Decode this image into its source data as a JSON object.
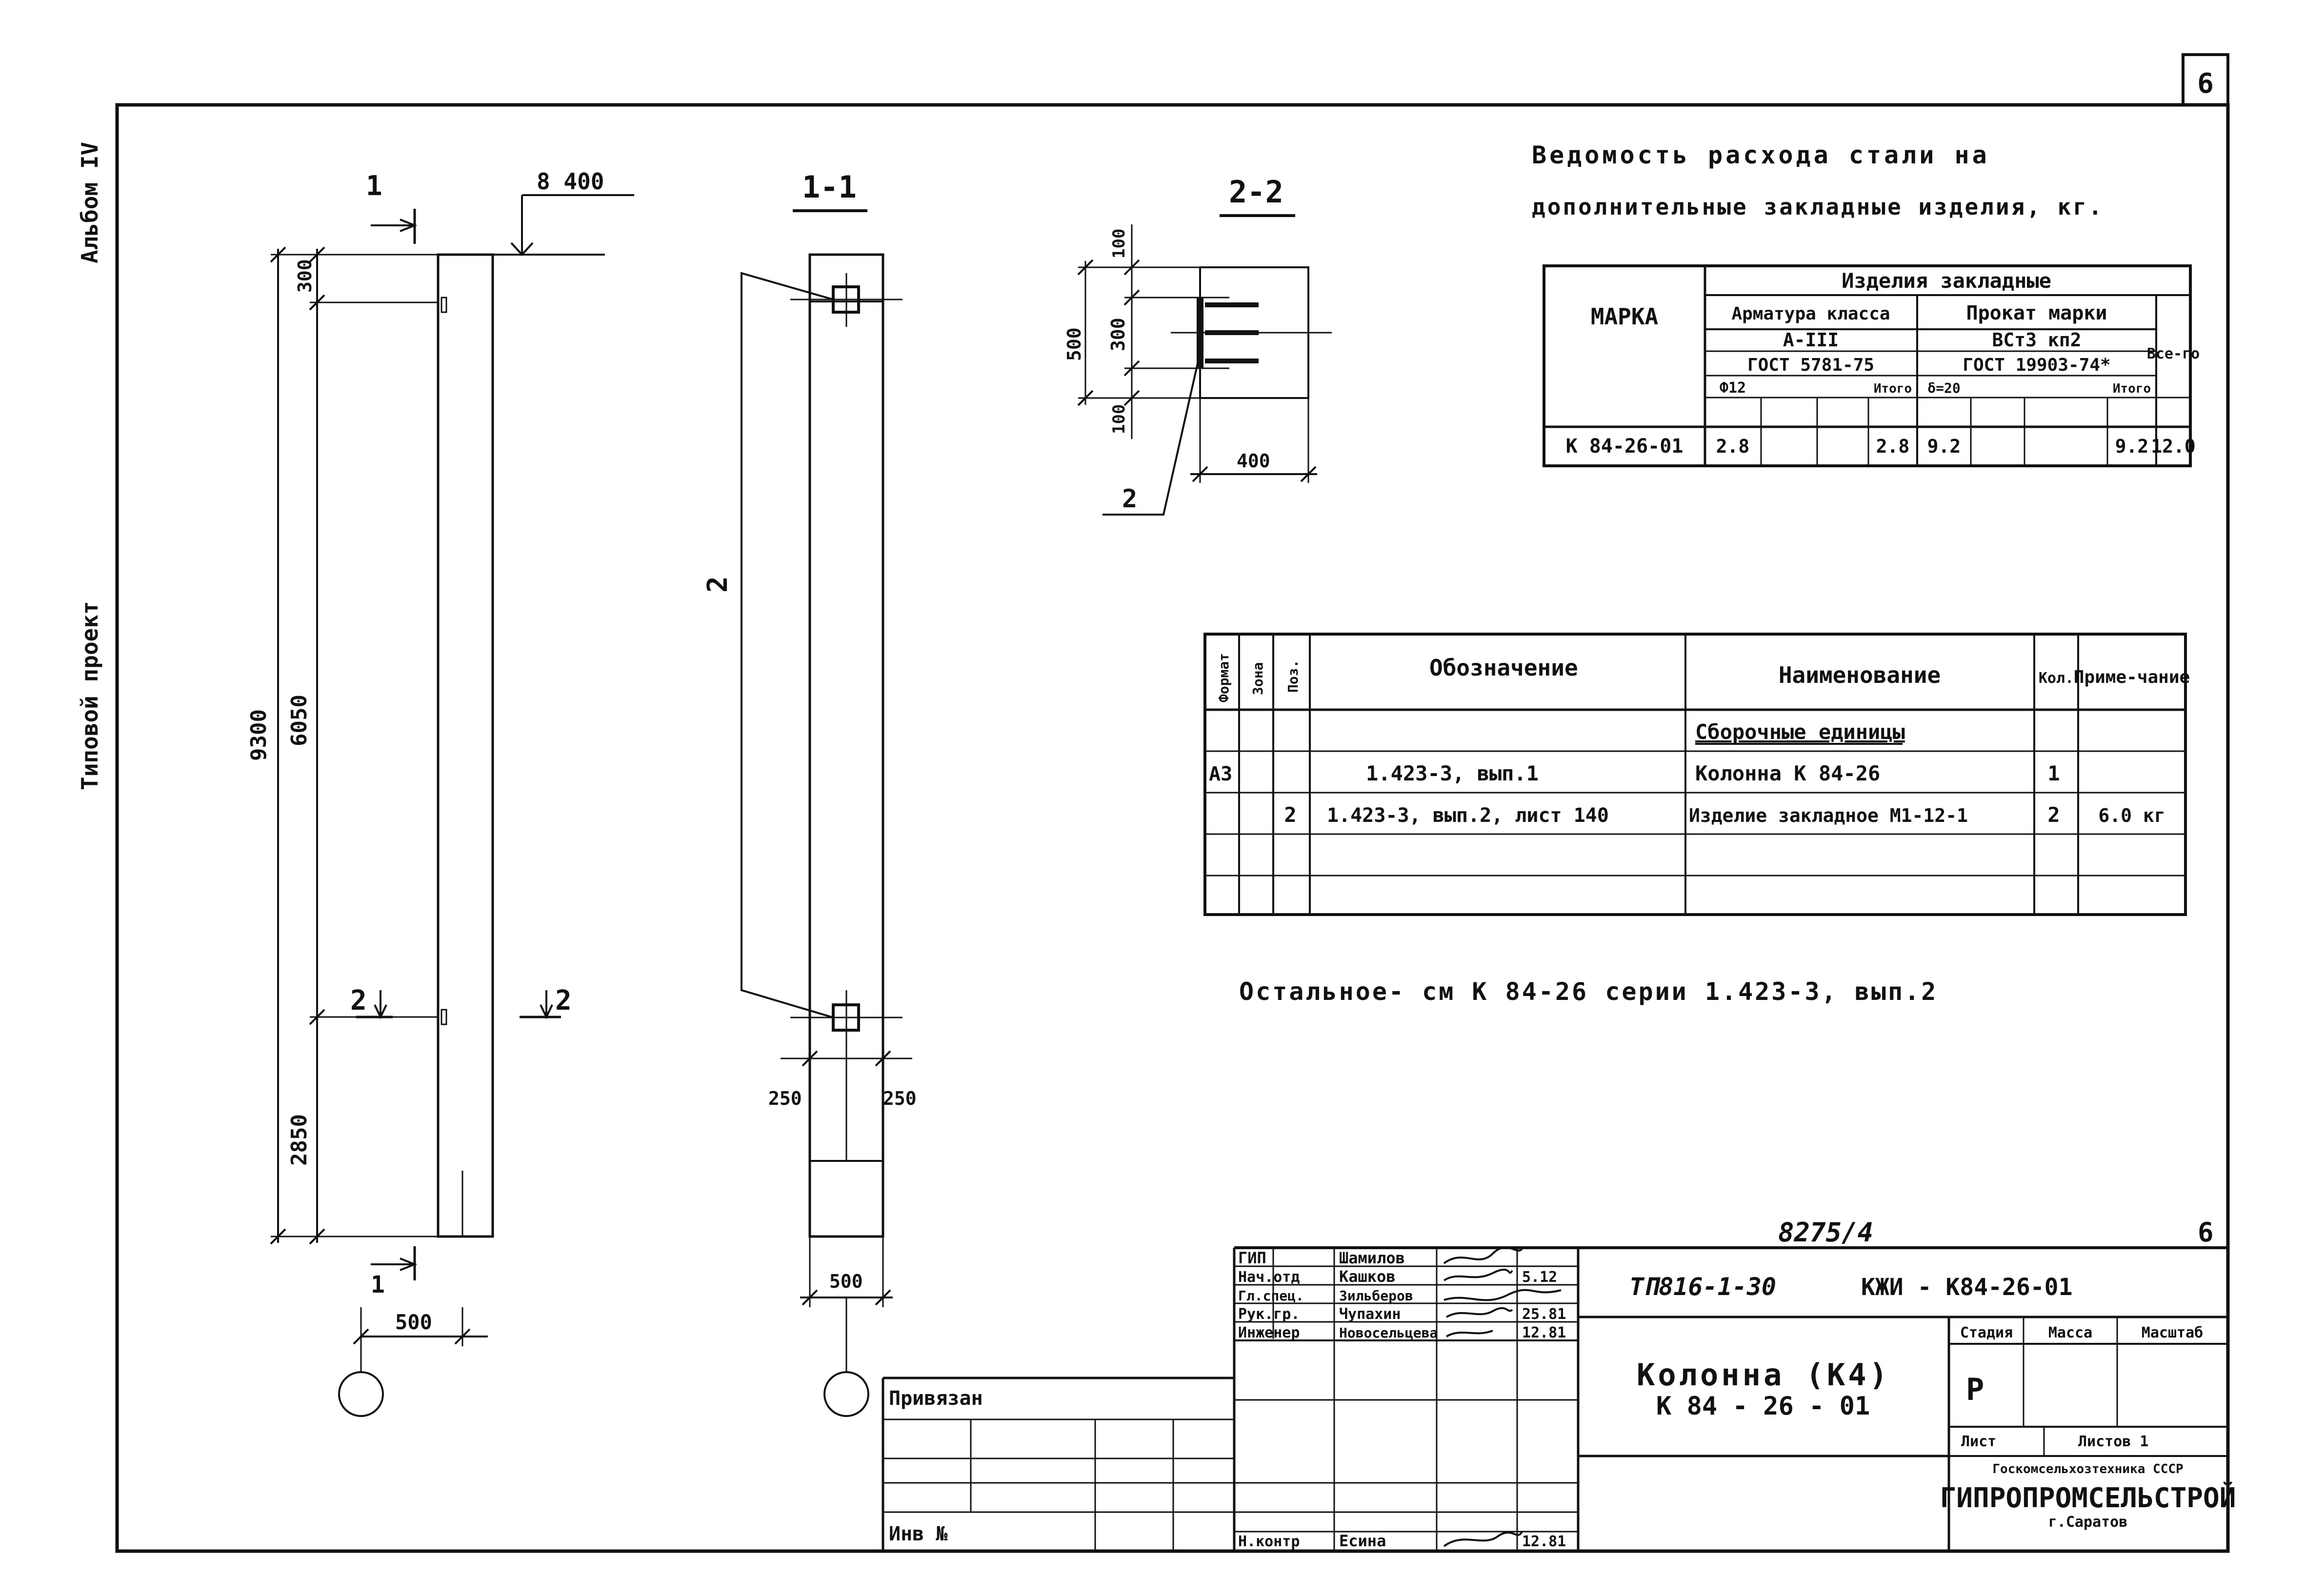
{
  "page_number_box": "6",
  "side_labels": {
    "album": "Альбом IV",
    "project": "Типовой проект"
  },
  "elevation": {
    "level_mark": "8 400",
    "dim_total": "9300",
    "dim_top": "300",
    "dim_mid": "6050",
    "dim_bottom": "2850",
    "dim_width": "500",
    "section_1_left": "1",
    "section_1_bottom": "1",
    "section_2_left": "2",
    "section_2_right": "2"
  },
  "section_1_1": {
    "title": "1-1",
    "leader_label": "2",
    "dim_left": "250",
    "dim_right": "250",
    "dim_width": "500"
  },
  "section_2_2": {
    "title": "2-2",
    "dim_total": "500",
    "dim_top": "100",
    "dim_mid": "300",
    "dim_bottom": "100",
    "dim_width": "400",
    "leader_label": "2"
  },
  "steel_table": {
    "title_line1": "Ведомость расхода стали на",
    "title_line2": "дополнительные закладные изделия, кг.",
    "col_marka": "МАРКА",
    "group_header": "Изделия закладные",
    "armatura": "Арматура класса",
    "prokat": "Прокат марки",
    "vsego": "Все-го",
    "armatura_class": "А-III",
    "prokat_mark": "ВСт3 кп2",
    "gost_arm": "ГОСТ 5781-75",
    "gost_prokat": "ГОСТ 19903-74*",
    "sub_d": "Ф12",
    "sub_itogo1": "Итого",
    "sub_delta": "δ=20",
    "sub_itogo2": "Итого",
    "rows": [
      {
        "marka": "К 84-26-01",
        "d12": "2.8",
        "itogo1": "2.8",
        "delta": "9.2",
        "itogo2": "9.2",
        "total": "12.0"
      }
    ]
  },
  "spec_table": {
    "headers": {
      "format": "Формат",
      "zone": "Зона",
      "pos": "Поз.",
      "designation": "Обозначение",
      "name": "Наименование",
      "qty": "Кол.",
      "note": "Приме-чание"
    },
    "rows": [
      {
        "format": "",
        "zone": "",
        "pos": "",
        "designation": "",
        "name": "Сборочные единицы",
        "qty": "",
        "note": ""
      },
      {
        "format": "А3",
        "zone": "",
        "pos": "",
        "designation": "1.423-3, вып.1",
        "name": "Колонна К 84-26",
        "qty": "1",
        "note": ""
      },
      {
        "format": "",
        "zone": "",
        "pos": "2",
        "designation": "1.423-3, вып.2, лист 140",
        "name": "Изделие закладное М1-12-1",
        "qty": "2",
        "note": "6.0 кг"
      },
      {
        "format": "",
        "zone": "",
        "pos": "",
        "designation": "",
        "name": "",
        "qty": "",
        "note": ""
      },
      {
        "format": "",
        "zone": "",
        "pos": "",
        "designation": "",
        "name": "",
        "qty": "",
        "note": ""
      }
    ]
  },
  "note_text": "Остальное- см К 84-26 серии 1.423-3, вып.2",
  "title_block": {
    "inv_number": "8275/4",
    "sheet_corner": "6",
    "code_left": "ТП816-1-30",
    "code_right": "КЖИ - К84-26-01",
    "privyazan": "Привязан",
    "inv_label": "Инв №",
    "roles": [
      {
        "role": "ГИП",
        "name": "Шамилов",
        "date": ""
      },
      {
        "role": "Нач.отд",
        "name": "Кашков",
        "date": "5.12"
      },
      {
        "role": "Гл.спец.",
        "name": "Зильберов",
        "date": ""
      },
      {
        "role": "Рук.гр.",
        "name": "Чупахин",
        "date": "25.81"
      },
      {
        "role": "Инженер",
        "name": "Новосельцева",
        "date": "12.81"
      }
    ],
    "control_role": "Н.контр",
    "control_name": "Есина",
    "control_date": "12.81",
    "title_line1": "Колонна (К4)",
    "title_line2": "К 84 - 26 - 01",
    "stadia_label": "Стадия",
    "massa_label": "Масса",
    "masshtab_label": "Масштаб",
    "stadia_value": "Р",
    "list_label": "Лист",
    "listov_label": "Листов 1",
    "org_line1": "Госкомсельхозтехника СССР",
    "org_line2": "ГИПРОПРОМСЕЛЬСТРОЙ",
    "org_line3": "г.Саратов"
  }
}
